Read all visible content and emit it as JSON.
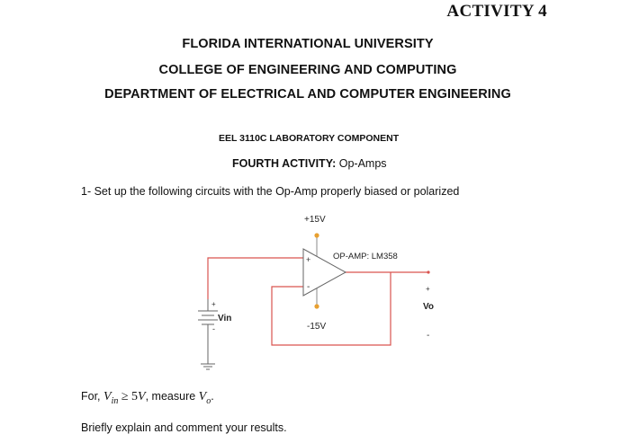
{
  "header": {
    "activity": "ACTIVITY 4",
    "university": "FLORIDA INTERNATIONAL UNIVERSITY",
    "college": "COLLEGE OF ENGINEERING AND COMPUTING",
    "department": "DEPARTMENT OF ELECTRICAL AND COMPUTER ENGINEERING"
  },
  "course": {
    "component": "EEL 3110C LABORATORY COMPONENT",
    "activity_label": "FOURTH ACTIVITY:",
    "activity_topic": " Op-Amps"
  },
  "instruction": "1- Set up the following circuits with the Op-Amp properly biased or polarized",
  "circuit": {
    "positive_supply": "+15V",
    "negative_supply": "-15V",
    "opamp_label": "OP-AMP: LM358",
    "input_label": "Vin",
    "output_label": "Vo",
    "plus_sign": "+",
    "minus_sign": "-",
    "wire_color": "#d9534f",
    "node_color": "#e8a030"
  },
  "task": {
    "prefix": "For, ",
    "var_base": "V",
    "var_sub": "in",
    "relation": " ≥ 5",
    "unit": "V",
    "measure": ", measure ",
    "out_base": "V",
    "out_sub": "o",
    "end": "."
  },
  "explain": "Briefly explain and comment your results."
}
